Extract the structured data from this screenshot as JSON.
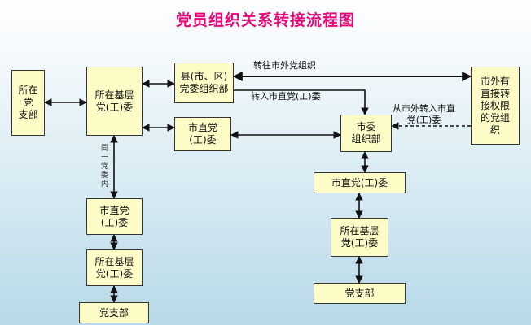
{
  "title": "党员组织关系转接流程图",
  "nodes": {
    "branch_left": "所在党\n支部",
    "grassroots_left": "所在基层\n党(工)委",
    "county_dept": "县(市、区)\n党委组织部",
    "city_committee_mid": "市直党\n(工)委",
    "city_org_dept": "市委\n组织部",
    "outside_authority": "市外有直接转接权限的党组织",
    "city_committee_left": "市直党\n(工)委",
    "grassroots_bottom_left": "所在基层\n党(工)委",
    "branch_bottom_left": "党支部",
    "city_committee_right": "市直党(工)委",
    "grassroots_right": "所在基层\n党(工)委",
    "branch_right": "党支部"
  },
  "edge_labels": {
    "to_outside": "转往市外党组织",
    "to_city": "转入市直党(工)委",
    "from_outside": "从市外转入市直\n党(工)委",
    "same_committee": "同一党委内"
  },
  "colors": {
    "title": "#e4087a",
    "box_fill": "#fefcc6",
    "line": "#111111"
  }
}
